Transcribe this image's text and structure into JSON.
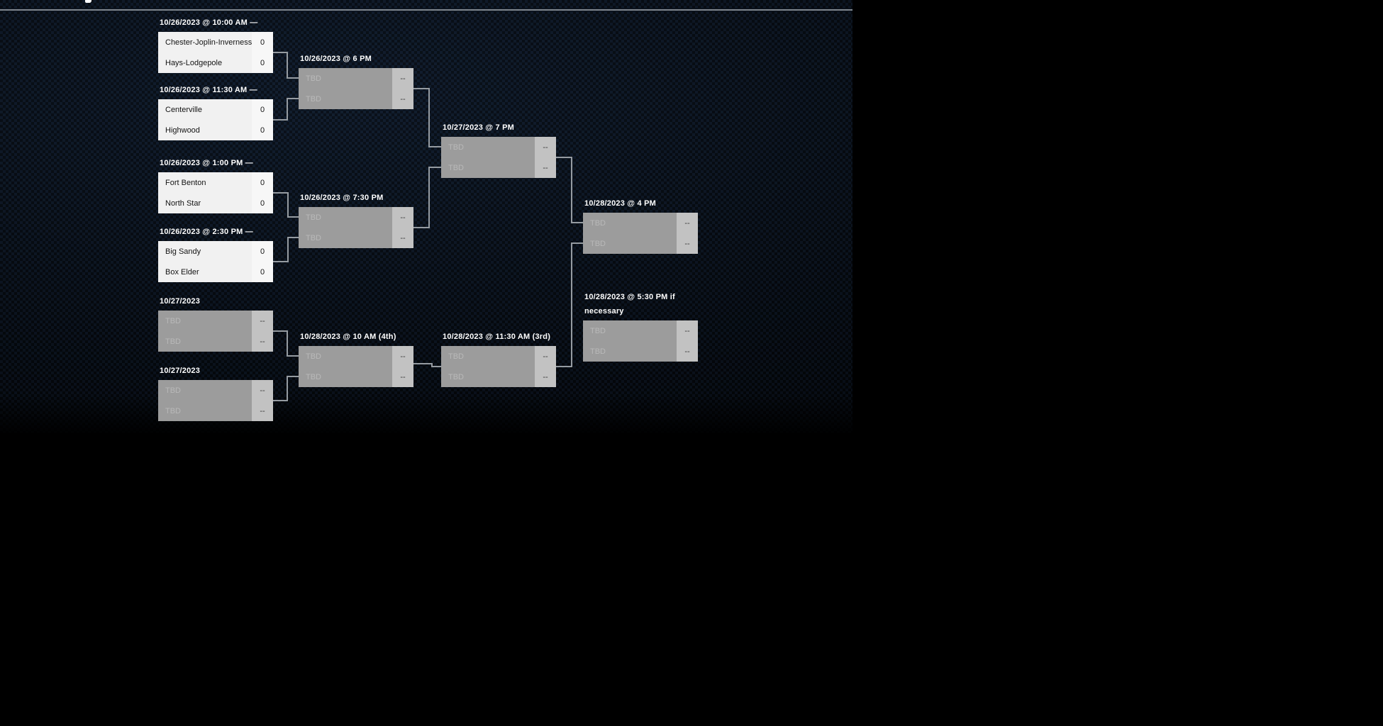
{
  "colors": {
    "page_background": "#000000",
    "board_pattern_blue": "#0d1623",
    "separator_line": "#7f868e",
    "connector_line": "#959ba1",
    "scheduled_box": "#f1f1f1",
    "tbd_box": "#9c9c9c"
  },
  "bracket": {
    "games": [
      {
        "id": "round1-game1",
        "header": "10/26/2023 @ 10:00 AM —",
        "slots": [
          {
            "team": "Chester-Joplin-Inverness",
            "score": "0"
          },
          {
            "team": "Hays-Lodgepole",
            "score": "0"
          }
        ]
      },
      {
        "id": "round1-game2",
        "header": "10/26/2023 @ 11:30 AM —",
        "slots": [
          {
            "team": "Centerville",
            "score": "0"
          },
          {
            "team": "Highwood",
            "score": "0"
          }
        ]
      },
      {
        "id": "round1-game3",
        "header": "10/26/2023 @ 1:00 PM —",
        "slots": [
          {
            "team": "Fort Benton",
            "score": "0"
          },
          {
            "team": "North Star",
            "score": "0"
          }
        ]
      },
      {
        "id": "round1-game4",
        "header": "10/26/2023 @ 2:30 PM —",
        "slots": [
          {
            "team": "Big Sandy",
            "score": "0"
          },
          {
            "team": "Box Elder",
            "score": "0"
          }
        ]
      },
      {
        "id": "consolation-game1",
        "header": "10/27/2023",
        "slots": [
          {
            "team": "TBD",
            "score": "--"
          },
          {
            "team": "TBD",
            "score": "--"
          }
        ]
      },
      {
        "id": "consolation-game2",
        "header": "10/27/2023",
        "slots": [
          {
            "team": "TBD",
            "score": "--"
          },
          {
            "team": "TBD",
            "score": "--"
          }
        ]
      },
      {
        "id": "semifinal-game1",
        "header": "10/26/2023 @ 6 PM",
        "slots": [
          {
            "team": "TBD",
            "score": "--"
          },
          {
            "team": "TBD",
            "score": "--"
          }
        ]
      },
      {
        "id": "semifinal-game2",
        "header": "10/26/2023 @ 7:30 PM",
        "slots": [
          {
            "team": "TBD",
            "score": "--"
          },
          {
            "team": "TBD",
            "score": "--"
          }
        ]
      },
      {
        "id": "fourth-place-game",
        "header": "10/28/2023 @ 10 AM (4th)",
        "slots": [
          {
            "team": "TBD",
            "score": "--"
          },
          {
            "team": "TBD",
            "score": "--"
          }
        ]
      },
      {
        "id": "championship-semifinal",
        "header": "10/27/2023 @ 7 PM",
        "slots": [
          {
            "team": "TBD",
            "score": "--"
          },
          {
            "team": "TBD",
            "score": "--"
          }
        ]
      },
      {
        "id": "third-place-game",
        "header": "10/28/2023 @ 11:30 AM (3rd)",
        "slots": [
          {
            "team": "TBD",
            "score": "--"
          },
          {
            "team": "TBD",
            "score": "--"
          }
        ]
      },
      {
        "id": "final-game",
        "header": "10/28/2023 @ 4 PM",
        "slots": [
          {
            "team": "TBD",
            "score": "--"
          },
          {
            "team": "TBD",
            "score": "--"
          }
        ]
      },
      {
        "id": "if-necessary-game",
        "header": "10/28/2023 @ 5:30 PM if necessary",
        "slots": [
          {
            "team": "TBD",
            "score": "--"
          },
          {
            "team": "TBD",
            "score": "--"
          }
        ]
      }
    ]
  }
}
